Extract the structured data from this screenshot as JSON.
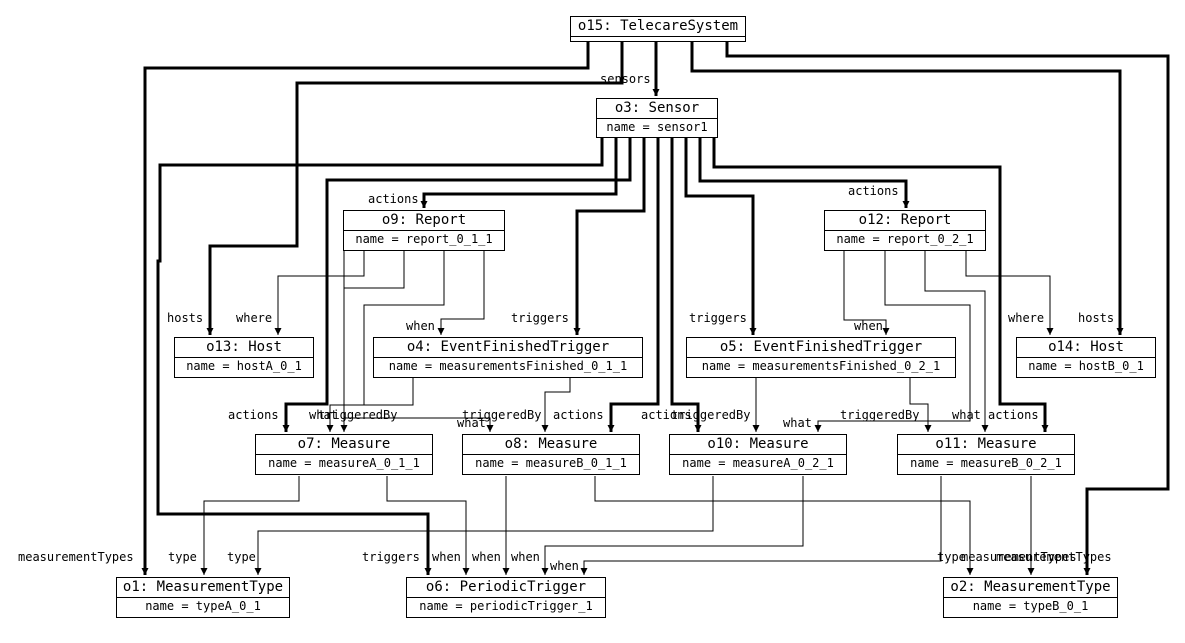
{
  "objects": {
    "o15": {
      "title": "o15: TelecareSystem",
      "attr": ""
    },
    "o3": {
      "title": "o3: Sensor",
      "attr": "name = sensor1"
    },
    "o9": {
      "title": "o9: Report",
      "attr": "name = report_0_1_1"
    },
    "o12": {
      "title": "o12: Report",
      "attr": "name = report_0_2_1"
    },
    "o13": {
      "title": "o13: Host",
      "attr": "name = hostA_0_1"
    },
    "o4": {
      "title": "o4: EventFinishedTrigger",
      "attr": "name = measurementsFinished_0_1_1"
    },
    "o5": {
      "title": "o5: EventFinishedTrigger",
      "attr": "name = measurementsFinished_0_2_1"
    },
    "o14": {
      "title": "o14: Host",
      "attr": "name = hostB_0_1"
    },
    "o7": {
      "title": "o7: Measure",
      "attr": "name = measureA_0_1_1"
    },
    "o8": {
      "title": "o8: Measure",
      "attr": "name = measureB_0_1_1"
    },
    "o10": {
      "title": "o10: Measure",
      "attr": "name = measureA_0_2_1"
    },
    "o11": {
      "title": "o11: Measure",
      "attr": "name = measureB_0_2_1"
    },
    "o1": {
      "title": "o1: MeasurementType",
      "attr": "name = typeA_0_1"
    },
    "o6": {
      "title": "o6: PeriodicTrigger",
      "attr": "name = periodicTrigger_1"
    },
    "o2": {
      "title": "o2: MeasurementType",
      "attr": "name = typeB_0_1"
    }
  },
  "labels": {
    "sensors": "sensors",
    "actions_o9": "actions",
    "actions_o12": "actions",
    "hosts_o13": "hosts",
    "where_o13": "where",
    "when_o4": "when",
    "triggers_o4": "triggers",
    "triggers_o5": "triggers",
    "when_o5": "when",
    "where_o14": "where",
    "hosts_o14": "hosts",
    "actions_o7": "actions",
    "what_o7": "what",
    "triggeredBy_o7": "triggeredBy",
    "what_o8": "what",
    "triggeredBy_o8": "triggeredBy",
    "actions_o8": "actions",
    "actions_o10": "actions",
    "triggeredBy_o10": "triggeredBy",
    "what_o10": "what",
    "triggeredBy_o11": "triggeredBy",
    "what_o11": "what",
    "actions_o11": "actions",
    "measurementTypes_o1": "measurementTypes",
    "type_o1a": "type",
    "type_o1b": "type",
    "triggers_o6": "triggers",
    "when_o6a": "when",
    "when_o6b": "when",
    "when_o6c": "when",
    "when_o6d": "when",
    "type_o2": "type",
    "measurementTypes_o2a": "measurementTypes",
    "measurementTypes_o2b": "measurementTypes"
  }
}
